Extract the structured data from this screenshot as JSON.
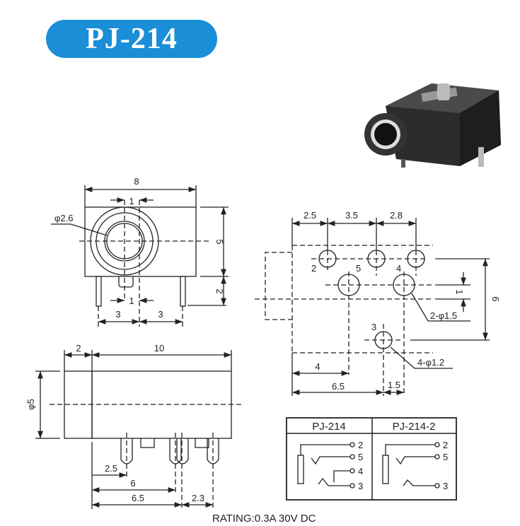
{
  "title": "PJ-214",
  "photo": {
    "description_icon": "audio-jack-photo"
  },
  "front_view": {
    "width": "8",
    "pin_offset_top": "1",
    "pin_offset_bottom": "1",
    "hole_diameter": "φ2.6",
    "height": "5",
    "pin_length": "2",
    "pin_spacing_left": "3",
    "pin_spacing_right": "3"
  },
  "side_view": {
    "cap_length": "2",
    "body_length": "10",
    "diameter": "φ5",
    "dim_2_5": "2.5",
    "dim_6": "6",
    "dim_6_5": "6.5",
    "dim_2_3": "2.3"
  },
  "footprint": {
    "top_dims": [
      "2.5",
      "3.5",
      "2.8"
    ],
    "height": "6",
    "row_offset": "1",
    "large_holes": "2-φ1.5",
    "small_holes": "4-φ1.2",
    "dim_4": "4",
    "dim_6_5": "6.5",
    "dim_1_5": "1.5",
    "pin_labels": {
      "p2": "2",
      "p5": "5",
      "p4": "4",
      "p3": "3"
    }
  },
  "schematic": {
    "headers": [
      "PJ-214",
      "PJ-214-2"
    ],
    "left_pins": [
      "2",
      "5",
      "4",
      "3"
    ],
    "right_pins": [
      "2",
      "5",
      "3"
    ]
  },
  "rating": "RATING:0.3A 30V DC",
  "colors": {
    "badge": "#1a8fd8"
  }
}
